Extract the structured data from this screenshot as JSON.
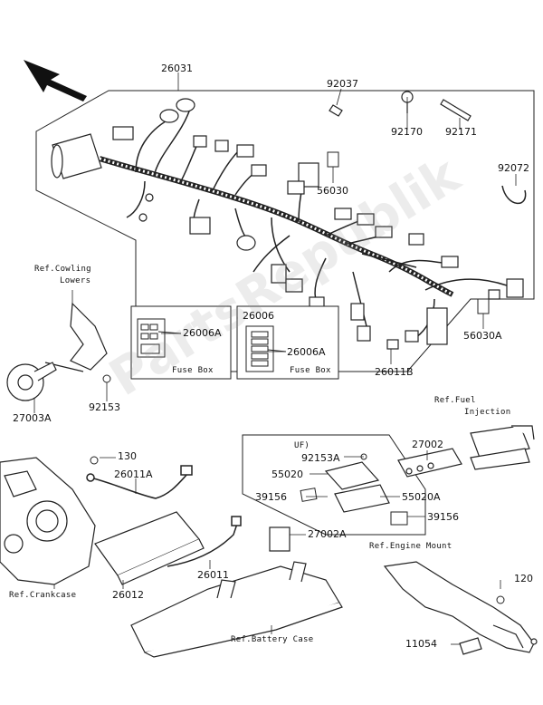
{
  "watermark": "PartsRepublik",
  "header_labels": {
    "harness": "26031",
    "clamp_92037": "92037",
    "clamp_92170": "92170",
    "tie_92171": "92171",
    "band_92072": "92072",
    "connector_56030": "56030",
    "connector_56030A": "56030A",
    "fuse_26011B": "26011B"
  },
  "fuse_boxes": [
    {
      "part": "26006A",
      "caption": "Fuse Box"
    },
    {
      "part_top": "26006",
      "part": "26006A",
      "caption": "Fuse Box"
    }
  ],
  "left_group": {
    "ref_cowling_line1": "Ref.Cowling",
    "ref_cowling_line2": "Lowers",
    "horn": "27003A",
    "bolt": "92153"
  },
  "lower_left": {
    "bolt_130": "130",
    "cable_26011A": "26011A",
    "relay_26012": "26012",
    "cable_26011": "26011",
    "relay_27002A": "27002A",
    "ref_crankcase": "Ref.Crankcase",
    "ref_battery_case": "Ref.Battery Case"
  },
  "uf_box": {
    "title": "UF)",
    "bolt": "92153A",
    "bracket": "55020",
    "bracket_a": "55020A",
    "pad_left": "39156",
    "pad_right": "39156"
  },
  "right_group": {
    "ref_fuel_line1": "Ref.Fuel",
    "ref_fuel_line2": "Injection",
    "relay": "27002",
    "ref_engine_mount": "Ref.Engine Mount",
    "bolt_120": "120",
    "plate_11054": "11054"
  }
}
